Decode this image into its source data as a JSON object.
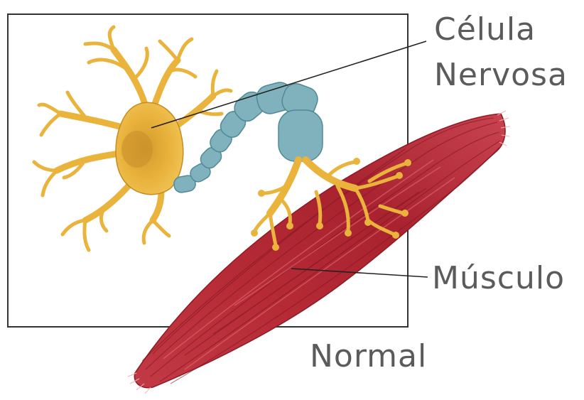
{
  "labels": {
    "cell_line1": "Célula",
    "cell_line2": "Nervosa",
    "muscle": "Músculo",
    "state": "Normal"
  },
  "colors": {
    "frame": "#333333",
    "label_text": "#5b5b5b",
    "neuron_body": "#e9b33c",
    "neuron_outline": "#c88a1e",
    "myelin": "#7fb2bd",
    "myelin_outline": "#4f8a96",
    "muscle": "#b52a35",
    "muscle_light": "#d14550",
    "muscle_dark": "#7e1520"
  },
  "icons": {
    "neuron": "nerve-cell-illustration",
    "muscle": "muscle-fiber-illustration"
  }
}
